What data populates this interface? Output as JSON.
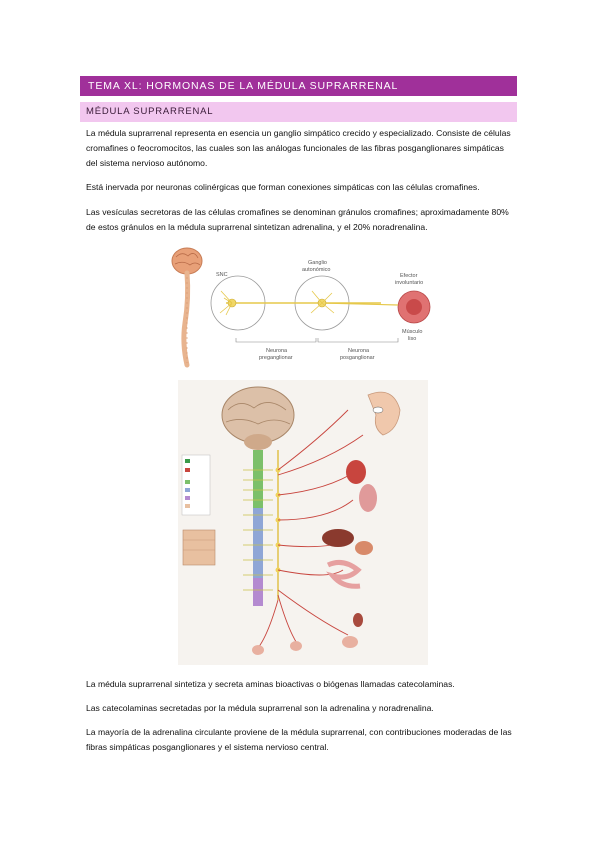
{
  "header": {
    "topic_title": "TEMA XL: HORMONAS DE LA MÉDULA SUPRARRENAL",
    "section_title": "MÉDULA SUPRARRENAL"
  },
  "paragraphs": [
    "La médula suprarrenal representa en esencia un ganglio simpático crecido y especializado. Consiste de células cromafines o feocromocitos, las cuales son las análogas funcionales de las fibras posganglionares simpáticas del sistema nervioso autónomo.",
    "Está inervada por neuronas colinérgicas que forman conexiones simpáticas con las células cromafines.",
    "Las vesículas secretoras de las células cromafines se denominan gránulos cromafines; aproximadamente 80% de estos gránulos en la médula suprarrenal sintetizan adrenalina, y el 20% noradrenalina.",
    "La médula suprarrenal sintetiza y secreta aminas bioactivas o biógenas llamadas catecolaminas.",
    "Las catecolaminas secretadas por la médula suprarrenal son la adrenalina y noradrenalina.",
    "La mayoría de la adrenalina circulante proviene de la médula suprarrenal, con contribuciones moderadas de las fibras simpáticas posganglionares y el sistema nervioso central."
  ],
  "figure1": {
    "snc": "SNC",
    "ganglio_1": "Ganglio",
    "ganglio_2": "autonómico",
    "efector_1": "Efector",
    "efector_2": "involuntario",
    "musculo_1": "Músculo",
    "musculo_2": "liso",
    "pre_1": "Neurona",
    "pre_2": "preganglionar",
    "pos_1": "Neurona",
    "pos_2": "posganglionar"
  },
  "colors": {
    "title_bar": "#a0309a",
    "section_bar": "#f2c7ef",
    "nerve_yellow": "#e6c84a",
    "nerve_red": "#c8453e",
    "spine_green": "#7cc06a",
    "spine_blue": "#8fa6d6"
  }
}
